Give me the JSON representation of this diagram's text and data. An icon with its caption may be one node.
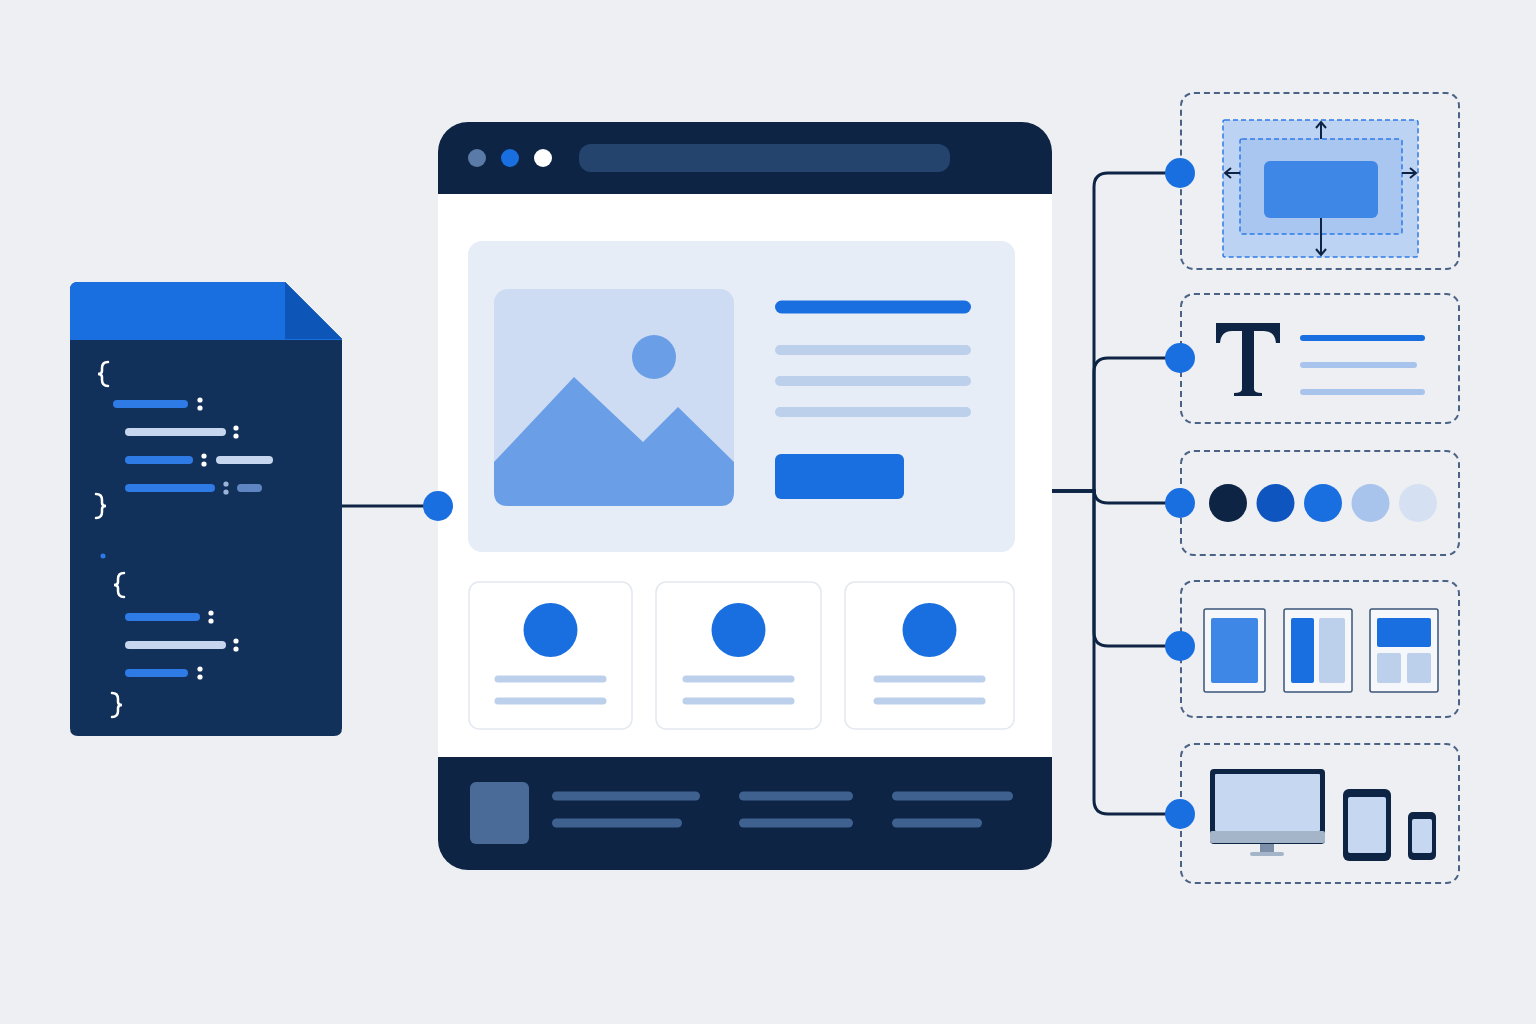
{
  "diagram": {
    "nodes": [
      {
        "text": [],
        "shape": "document"
      },
      {
        "text": [],
        "shape": "window"
      },
      {
        "text": [],
        "shape": "box"
      },
      {
        "text": [],
        "shape": "box"
      },
      {
        "text": [],
        "shape": "box"
      },
      {
        "text": [],
        "shape": "box"
      },
      {
        "text": [],
        "shape": "box"
      }
    ],
    "edges": [
      {
        "from": 0,
        "to": 1,
        "arrow": "other"
      },
      {
        "from": 1,
        "to": 2,
        "arrow": "other"
      },
      {
        "from": 1,
        "to": 3,
        "arrow": "other"
      },
      {
        "from": 1,
        "to": 4,
        "arrow": "other"
      },
      {
        "from": 1,
        "to": 5,
        "arrow": "other"
      },
      {
        "from": 1,
        "to": 6,
        "arrow": "other"
      }
    ]
  }
}
